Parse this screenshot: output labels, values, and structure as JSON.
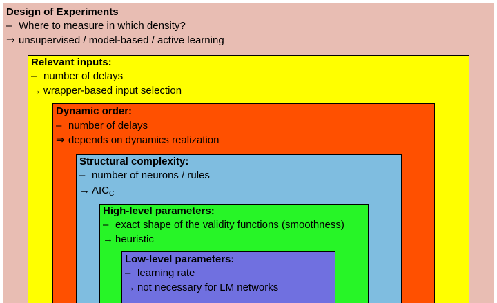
{
  "colors": {
    "level0": "#e8bdb3",
    "level1": "#ffff00",
    "level2": "#ff5000",
    "level3": "#7fbde0",
    "level4": "#27f527",
    "level5": "#7070e0"
  },
  "levels": [
    {
      "title": "Design of Experiments",
      "items": [
        {
          "symbol": "–",
          "text": "Where to measure in which density?"
        },
        {
          "symbol": "⇒",
          "text": "unsupervised / model-based / active learning"
        }
      ]
    },
    {
      "title": "Relevant inputs:",
      "items": [
        {
          "symbol": "–",
          "text": "number of delays"
        },
        {
          "symbol": "→",
          "text": "wrapper-based input selection"
        }
      ]
    },
    {
      "title": "Dynamic order:",
      "items": [
        {
          "symbol": "–",
          "text": "number of delays"
        },
        {
          "symbol": "⇒",
          "text": "depends on dynamics realization"
        }
      ]
    },
    {
      "title": "Structural complexity:",
      "items": [
        {
          "symbol": "–",
          "text": "number of neurons / rules"
        },
        {
          "symbol": "→",
          "text": "AIC",
          "sub": "C"
        }
      ]
    },
    {
      "title": "High-level parameters:",
      "items": [
        {
          "symbol": "–",
          "text": "exact shape of the validity functions (smoothness)"
        },
        {
          "symbol": "→",
          "text": "heuristic"
        }
      ]
    },
    {
      "title": "Low-level parameters:",
      "items": [
        {
          "symbol": "–",
          "text": "learning rate"
        },
        {
          "symbol": "→",
          "text": "not necessary for LM networks"
        }
      ]
    }
  ]
}
